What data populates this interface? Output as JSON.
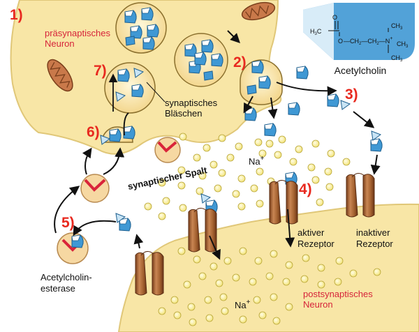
{
  "labels": {
    "presynaptic": [
      "präsynaptisches",
      "Neuron"
    ],
    "postsynaptic": [
      "postsynaptisches",
      "Neuron"
    ],
    "acetylcholine": "Acetylcholin",
    "vesicle": [
      "synaptisches",
      "Bläschen"
    ],
    "cleft": "synaptischer Spalt",
    "sodium": "Na",
    "sodium_charge": "+",
    "active_receptor": [
      "aktiver",
      "Rezeptor"
    ],
    "inactive_receptor": [
      "inaktiver",
      "Rezeptor"
    ],
    "esterase": [
      "Acetylcholin-",
      "esterase"
    ]
  },
  "formula": {
    "h3c": "H",
    "h3c_sub": "3",
    "h3c_c": "C",
    "carbonyl_o": "O",
    "ester_o": "O",
    "chain": "CH",
    "chain_sub": "2",
    "n_plus": "N",
    "plus": "+",
    "ch3": "CH",
    "ch3_sub": "3",
    "c_atom": "C"
  },
  "steps": [
    "1)",
    "2)",
    "3)",
    "4)",
    "5)",
    "6)",
    "7)"
  ],
  "colors": {
    "neuron_fill": "#f8e6a6",
    "neuron_stroke": "#e0c778",
    "molecule": "#3f98d4",
    "sodium_ion": "#fbf4b0",
    "receptor": "#b06a3c",
    "step_number": "#e8291f",
    "neuron_label": "#d6243a"
  }
}
